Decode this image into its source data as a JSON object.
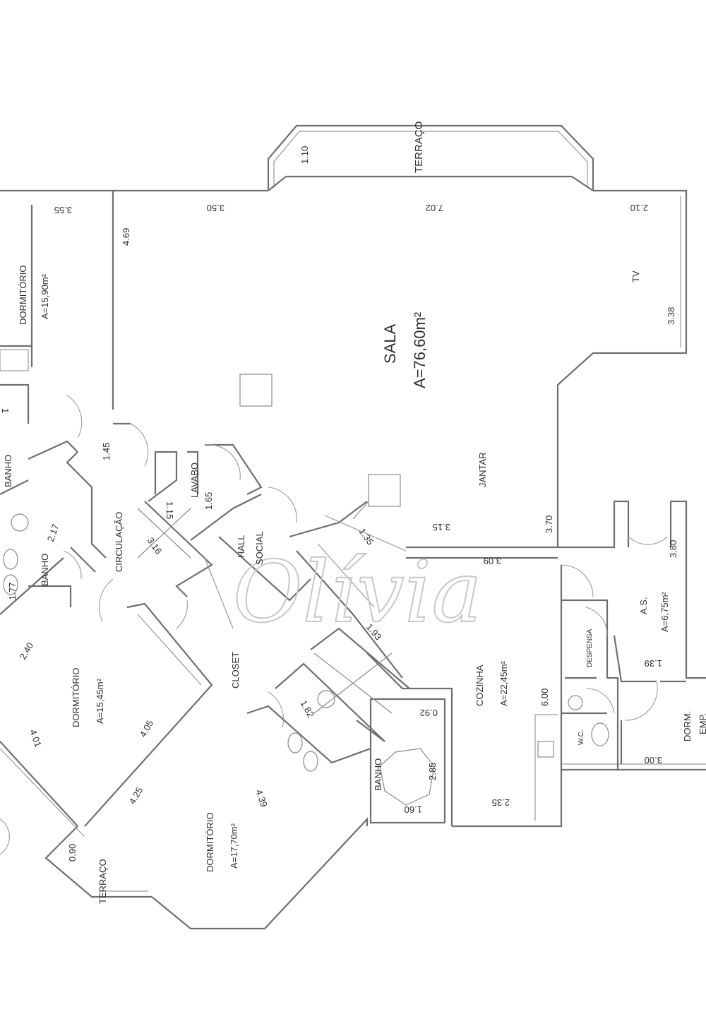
{
  "rooms": {
    "terraco_top": "TERRAÇO",
    "sala_name": "SALA",
    "sala_area": "A=76,60m²",
    "tv": "TV",
    "jantar": "JANTAR",
    "dormitorio_top_name": "DORMITÓRIO",
    "dormitorio_top_area": "A=15,90m²",
    "banho_1": "BANHO",
    "banho_2": "BANHO",
    "circulacao": "CIRCULAÇÃO",
    "lavabo": "LAVABO",
    "hall_social": "HALL",
    "hall_social_2": "SOCIAL",
    "closet": "CLOSET",
    "dormitorio_mid_name": "DORMITÓRIO",
    "dormitorio_mid_area": "A=15,45m²",
    "dormitorio_bottom_name": "DORMITÓRIO",
    "dormitorio_bottom_area": "A=17,70m²",
    "terraco_bottom": "TERRAÇO",
    "banho_3": "BANHO",
    "cozinha_name": "COZINHA",
    "cozinha_area": "A=22,45m²",
    "despensa": "DESPENSA",
    "as_name": "A.S.",
    "as_area": "A=6,75m²",
    "wc": "W.C.",
    "dorm_emp": "DORM.",
    "dorm_emp_2": "EMP."
  },
  "dims": {
    "d_110": "1.10",
    "d_355": "3.55",
    "d_350": "3.50",
    "d_702": "7.02",
    "d_210": "2.10",
    "d_469": "4.69",
    "d_338": "3.38",
    "d_145": "1.45",
    "d_165": "1.65",
    "d_115": "1.15",
    "d_217": "2.17",
    "d_316": "3.16",
    "d_135": "1.35",
    "d_315": "3.15",
    "d_370": "3.70",
    "d_309": "3.09",
    "d_380": "3.80",
    "d_177": "1.77",
    "d_240": "2.40",
    "d_193": "1.93",
    "d_139": "1.39",
    "d_405": "4.05",
    "d_600": "6.00",
    "d_092": "0.92",
    "d_182": "1.82",
    "d_401": "4.01",
    "d_439": "4.39",
    "d_285": "2.85",
    "d_425": "4.25",
    "d_300": "3.00",
    "d_160": "1.60",
    "d_235": "2.35",
    "d_090": "0.90",
    "d_1": "1"
  },
  "watermark": "Olívia"
}
